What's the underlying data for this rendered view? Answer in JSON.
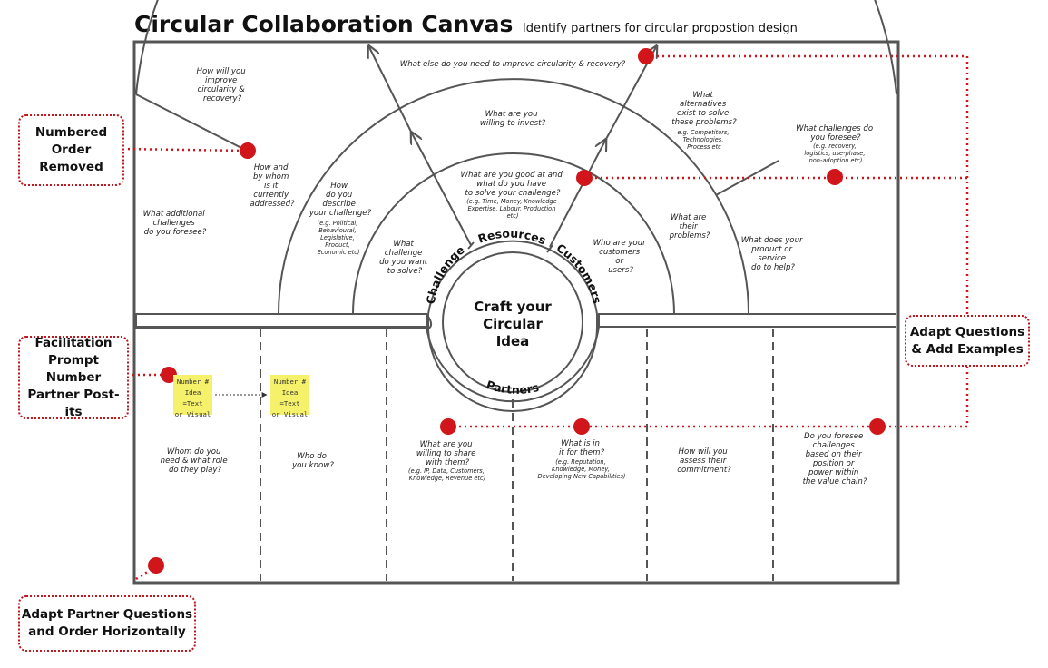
{
  "title": {
    "main": "Circular Collaboration Canvas",
    "subtitle": "Identify partners for circular propostion design"
  },
  "center": {
    "l1": "Craft your",
    "l2": "Circular",
    "l3": "Idea"
  },
  "ring_labels": {
    "challenge": "Challenge",
    "resources": "Resources",
    "customers": "Customers",
    "partners": "Partners"
  },
  "upper_questions": {
    "improve_circ_1": "How will you",
    "improve_circ_2": "improve",
    "improve_circ_3": "circularity &",
    "improve_circ_4": "recovery?",
    "else_improve": "What else do you need to improve circularity & recovery?",
    "willing_invest_1": "What are you",
    "willing_invest_2": "willing to invest?",
    "alternatives_1": "What",
    "alternatives_2": "alternatives",
    "alternatives_3": "exist to solve",
    "alternatives_4": "these problems?",
    "alternatives_e1": "e.g. Competitors,",
    "alternatives_e2": "Technologies,",
    "alternatives_e3": "Process etc",
    "foresee_1": "What challenges do",
    "foresee_2": "you foresee?",
    "foresee_e1": "(e.g. recovery,",
    "foresee_e2": "logistics, use-phase,",
    "foresee_e3": "non-adoption etc)",
    "addressed_1": "How and",
    "addressed_2": "by whom",
    "addressed_3": "is it",
    "addressed_4": "currently",
    "addressed_5": "addressed?",
    "additional_1": "What additional",
    "additional_2": "challenges",
    "additional_3": "do you foresee?",
    "describe_1": "How",
    "describe_2": "do you",
    "describe_3": "describe",
    "describe_4": "your challenge?",
    "describe_e1": "(e.g. Political,",
    "describe_e2": "Behavioural,",
    "describe_e3": "Legislative,",
    "describe_e4": "Product,",
    "describe_e5": "Economic etc)",
    "good_at_1": "What are you good at and",
    "good_at_2": "what do you have",
    "good_at_3": "to solve your challenge?",
    "good_at_e1": "(e.g. Time, Money, Knowledge",
    "good_at_e2": "Expertise, Labour, Production",
    "good_at_e3": "etc)",
    "their_problems_1": "What are",
    "their_problems_2": "their",
    "their_problems_3": "problems?",
    "want_solve_1": "What",
    "want_solve_2": "challenge",
    "want_solve_3": "do you want",
    "want_solve_4": "to solve?",
    "customers_1": "Who are your",
    "customers_2": "customers",
    "customers_3": "or",
    "customers_4": "users?",
    "product_help_1": "What does your",
    "product_help_2": "product or",
    "product_help_3": "service",
    "product_help_4": "do to help?"
  },
  "lower_questions": {
    "whom_1": "Whom do you",
    "whom_2": "need & what role",
    "whom_3": "do they play?",
    "know_1": "Who do",
    "know_2": "you know?",
    "share_1": "What are you",
    "share_2": "willing to share",
    "share_3": "with them?",
    "share_e1": "(e.g. IP, Data, Customers,",
    "share_e2": "Knowledge, Revenue etc)",
    "in_it_1": "What is in",
    "in_it_2": "it for them?",
    "in_it_e1": "(e.g. Reputation,",
    "in_it_e2": "Knowledge, Money,",
    "in_it_e3": "Developing New Capabilities)",
    "assess_1": "How will you",
    "assess_2": "assess their",
    "assess_3": "commitment?",
    "foresee_1": "Do you foresee",
    "foresee_2": "challenges",
    "foresee_3": "based on their",
    "foresee_4": "position or",
    "foresee_5": "power within",
    "foresee_6": "the value chain?"
  },
  "postits": [
    {
      "text": "Number #\nIdea =Text\nor Visual"
    },
    {
      "text": "Number #\nIdea =Text\nor Visual"
    }
  ],
  "callouts": {
    "numbered_order": "Numbered\nOrder\nRemoved",
    "facilitation": "Facilitation\nPrompt\nNumber\nPartner Post-its",
    "adapt_questions": "Adapt Questions\n& Add Examples",
    "adapt_partner": "Adapt Partner Questions\nand Order Horizontally"
  },
  "colors": {
    "marker": "#d0161b",
    "frame": "#555555",
    "postit": "#f6f16a"
  }
}
